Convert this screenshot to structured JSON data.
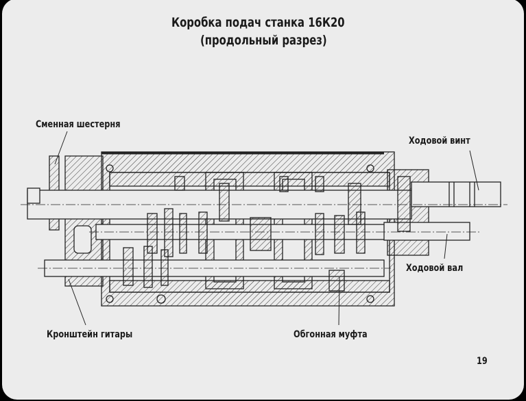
{
  "title": {
    "line1": "Коробка подач станка 16К20",
    "line2": "(продольный разрез)"
  },
  "labels": {
    "change_gear": "Сменная шестерня",
    "lead_screw": "Ходовой винт",
    "feed_shaft": "Ходовой вал",
    "guitar_bracket": "Кронштейн гитары",
    "overrunning_clutch": "Обгонная муфта"
  },
  "page_number": "19"
}
